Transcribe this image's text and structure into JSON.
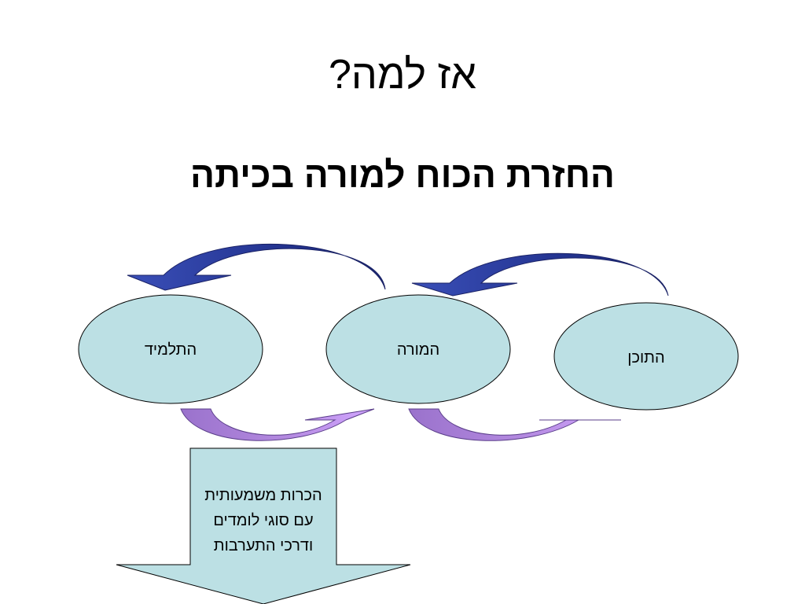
{
  "slide": {
    "title": "אז למה?",
    "subtitle": "החזרת הכוח למורה בכיתה"
  },
  "diagram": {
    "nodes": [
      {
        "id": "student",
        "label": "התלמיד"
      },
      {
        "id": "teacher",
        "label": "המורה"
      },
      {
        "id": "content",
        "label": "התוכן"
      }
    ],
    "callout": {
      "lines": [
        "הכרות משמעותית",
        "עם סוגי לומדים",
        "ודרכי התערבות"
      ]
    }
  },
  "colors": {
    "ellipse_fill": "#BCE0E4",
    "box_fill": "#BCE0E4",
    "navy_arrow": "#2B3C9E",
    "purple_arrow": "#B98CE4"
  }
}
